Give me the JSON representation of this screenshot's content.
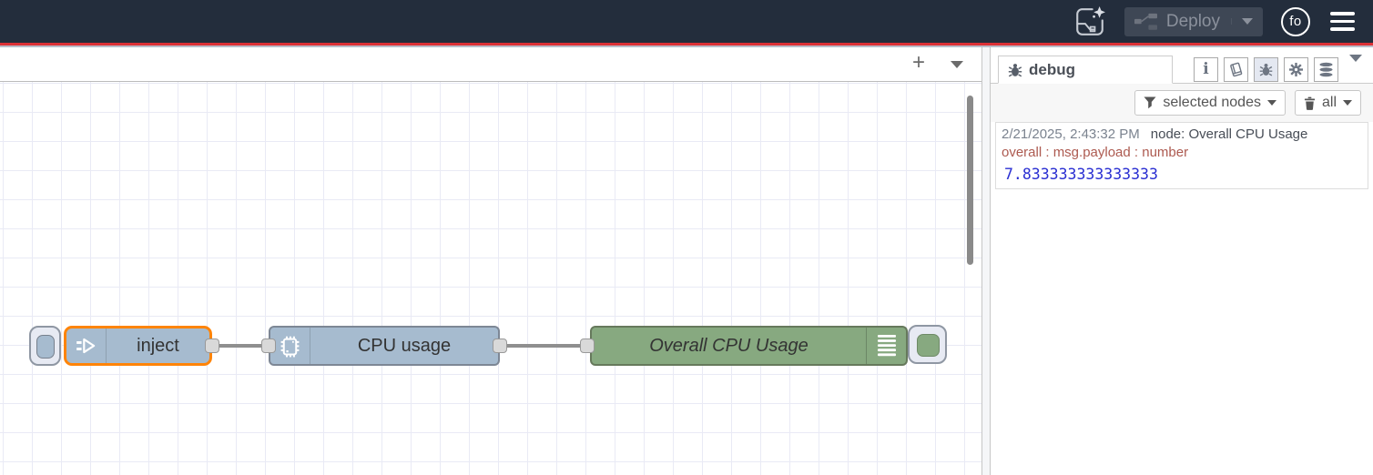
{
  "header": {
    "deploy": {
      "label": "Deploy"
    },
    "avatar": {
      "initials": "fo"
    },
    "icons": {
      "left": "flow-assistant-sparkle-icon",
      "deploy": "deploy-nodes-icon",
      "menu": "hamburger-menu-icon"
    }
  },
  "canvas": {
    "toolbar": {
      "add_flow_glyph": "+",
      "list_flows_icon": "chevron-down-icon"
    },
    "nodes": [
      {
        "label": "inject",
        "color": "#a6bbcf",
        "icon": "inject-arrow-icon",
        "selected": true
      },
      {
        "label": "CPU usage",
        "color": "#a6bbcf",
        "icon": "cpu-chip-icon",
        "selected": false
      },
      {
        "label": "Overall CPU Usage",
        "color": "#87a980",
        "icon": "debug-list-icon",
        "selected": false
      }
    ],
    "wires": [
      {
        "from": "inject",
        "to": "CPU usage"
      },
      {
        "from": "CPU usage",
        "to": "Overall CPU Usage"
      }
    ]
  },
  "sidebar": {
    "tab": {
      "label": "debug",
      "icon": "bug-icon"
    },
    "toolbar_icons": [
      "info-icon",
      "book-icon",
      "bug-icon",
      "gear-icon",
      "database-icon",
      "chevron-down-icon"
    ],
    "active_toolbar_icon": "bug-icon",
    "info_glyph": "i",
    "filters": {
      "nodes_label": "selected nodes",
      "nodes_icon": "funnel-icon",
      "clear_label": "all",
      "clear_icon": "trash-icon"
    },
    "messages": [
      {
        "timestamp": "2/21/2025, 2:43:32 PM",
        "node": "node: Overall CPU Usage",
        "meta": "overall : msg.payload : number",
        "value": "7.833333333333333"
      }
    ]
  },
  "colors": {
    "header_bg": "#232d3c",
    "accent_red": "#dc3136",
    "node_blue": "#a6bbcf",
    "node_green": "#87a980",
    "selection_orange": "#ff8408",
    "wire_gray": "#8f8f8f",
    "grid_line": "#e9eaf5",
    "debug_meta_red": "#ad5a50",
    "debug_value_blue": "#2a2fd2"
  }
}
